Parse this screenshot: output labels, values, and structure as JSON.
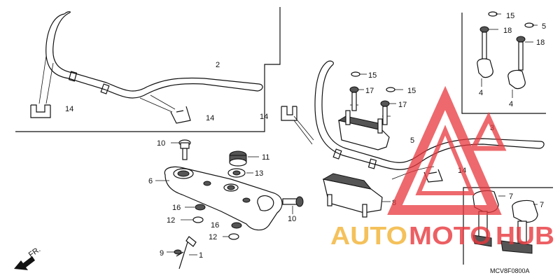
{
  "diagram": {
    "code": "MCV8F0800A",
    "front_marker": "FR."
  },
  "callouts": {
    "c1": "1",
    "c2": "2",
    "c3": "3",
    "c4a": "4",
    "c4b": "4",
    "c5a": "5",
    "c5b": "5",
    "c6": "6",
    "c7a": "7",
    "c7b": "7",
    "c8": "8",
    "c9": "9",
    "c10a": "10",
    "c10b": "10",
    "c11": "11",
    "c12a": "12",
    "c12b": "12",
    "c13": "13",
    "c14a": "14",
    "c14b": "14",
    "c14c": "14",
    "c14d": "14",
    "c15a": "15",
    "c15b": "15",
    "c15c": "15",
    "c16a": "16",
    "c16b": "16",
    "c17a": "17",
    "c17b": "17",
    "c18a": "18",
    "c18b": "18"
  },
  "watermark": {
    "text_auto": "AUTO",
    "text_moto": "MOTO",
    "text_hub": "HUB",
    "color_primary": "#e8383d",
    "color_secondary": "#f2b233"
  }
}
